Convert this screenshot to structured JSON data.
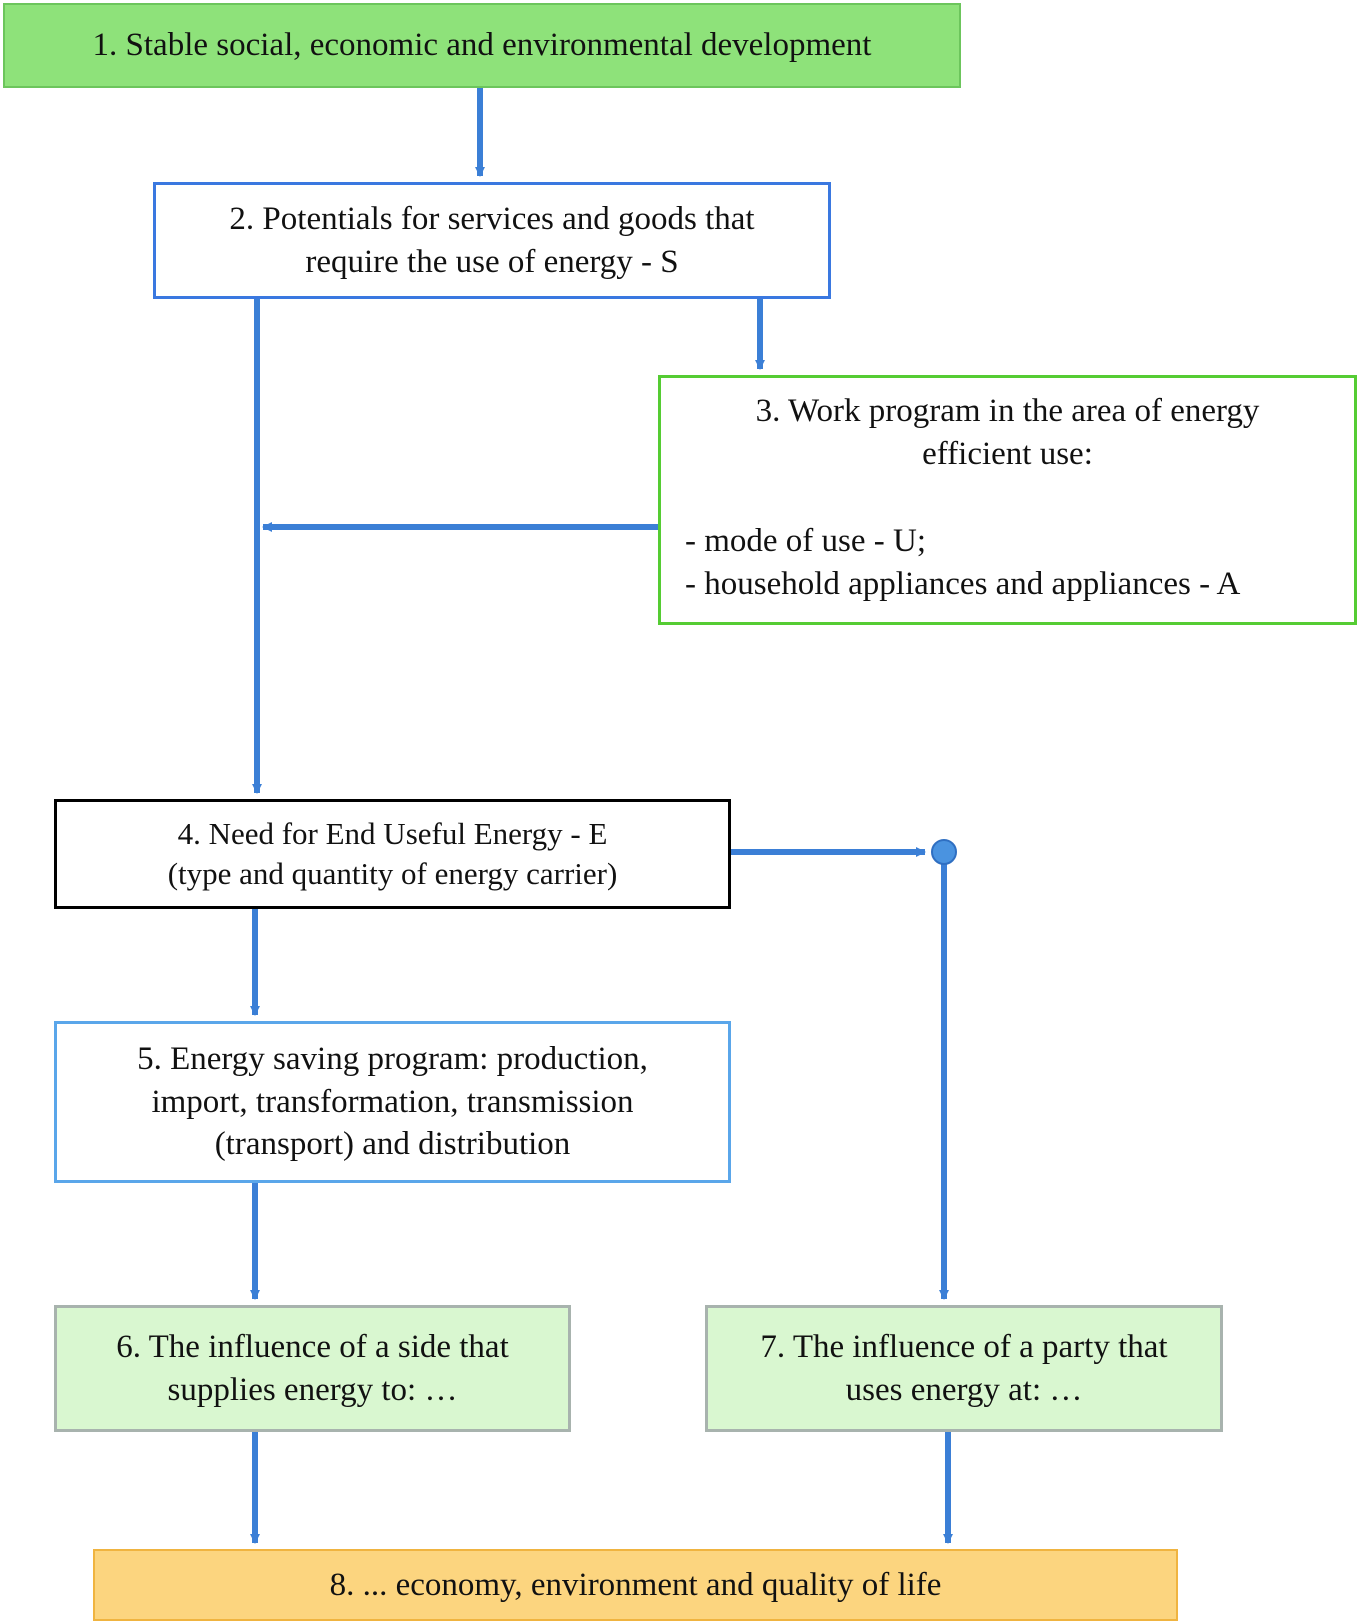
{
  "boxes": {
    "b1": {
      "text": "1. Stable social, economic and environmental development"
    },
    "b2": {
      "line1": "2. Potentials for services and goods that",
      "line2": "require the use of energy - S"
    },
    "b3": {
      "line1": "3. Work program in the area of energy",
      "line2": "efficient use:",
      "item1": "- mode of use - U;",
      "item2": "- household appliances and appliances - A"
    },
    "b4": {
      "line1": "4. Need for End Useful Energy - E",
      "line2": "(type and quantity of energy carrier)"
    },
    "b5": {
      "line1": "5. Energy saving program: production,",
      "line2": "import, transformation, transmission",
      "line3": "(transport) and distribution"
    },
    "b6": {
      "line1": "6. The influence of a side that",
      "line2": "supplies energy to: …"
    },
    "b7": {
      "line1": "7. The influence of a party that",
      "line2": "uses energy at: …"
    },
    "b8": {
      "text": "8. ... economy, environment and quality of life"
    }
  },
  "colors": {
    "arrow": "#3b7fd6",
    "green_box": "#8ee27a",
    "light_green_box": "#d9f7d0",
    "orange_box": "#fcd57f"
  }
}
